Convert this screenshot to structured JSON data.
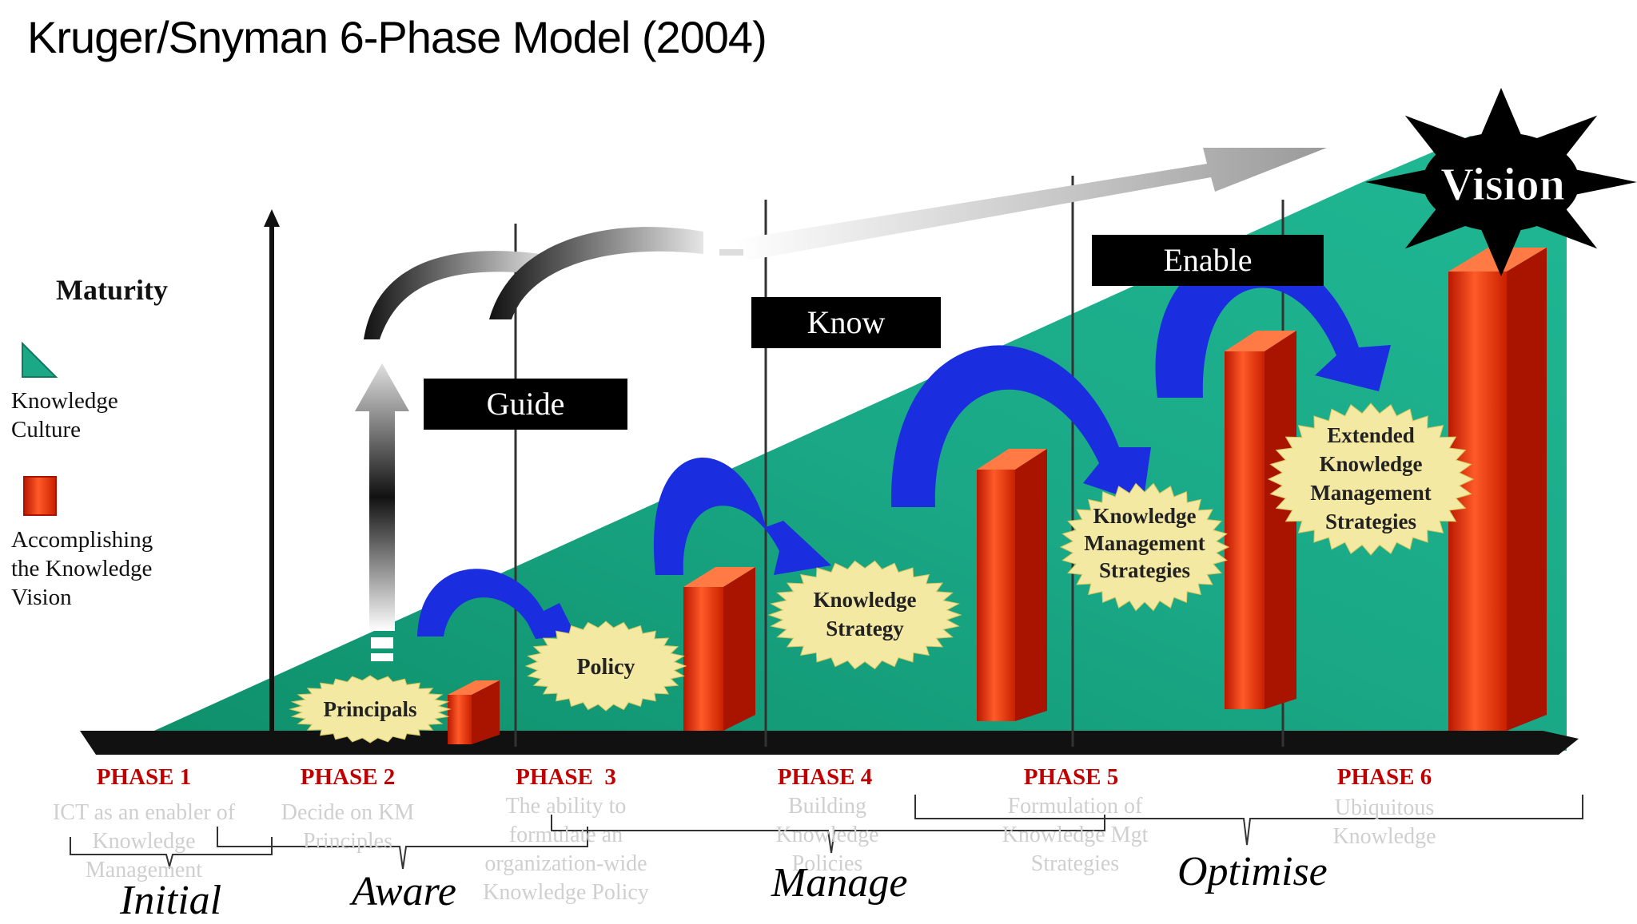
{
  "title": "Kruger/Snyman 6-Phase Model (2004)",
  "legend": {
    "heading": "Maturity",
    "items": [
      {
        "label": "Knowledge Culture",
        "icon": "teal-triangle-icon"
      },
      {
        "label": "Accomplishing the Knowledge Vision",
        "icon": "red-bar-icon"
      }
    ]
  },
  "labels": {
    "guide": "Guide",
    "know": "Know",
    "enable": "Enable",
    "vision": "Vision"
  },
  "bursts": {
    "principals": "Principals",
    "policy": "Policy",
    "knowledge_strategy": [
      "Knowledge",
      "Strategy"
    ],
    "km_strategies": [
      "Knowledge",
      "Management",
      "Strategies"
    ],
    "extended": [
      "Extended",
      "Knowledge",
      "Management",
      "Strategies"
    ]
  },
  "phases": [
    {
      "name": "PHASE 1",
      "description": "ICT as an enabler of Knowledge Management"
    },
    {
      "name": "PHASE 2",
      "description": "Decide on KM Principles"
    },
    {
      "name": "PHASE  3",
      "description": "The ability to formulate an organization-wide Knowledge Policy"
    },
    {
      "name": "PHASE 4",
      "description": "Building Knowledge Policies"
    },
    {
      "name": "PHASE 5",
      "description": "Formulation of Knowledge Mgt Strategies"
    },
    {
      "name": "PHASE 6",
      "description": "Ubiquitous Knowledge"
    }
  ],
  "stages": [
    "Initial",
    "Aware",
    "Manage",
    "Optimise"
  ],
  "colors": {
    "teal": "#1aa886",
    "bar_red": "#e83a10",
    "arrow_blue": "#1a2ee0",
    "burst_yellow": "#f3e9a2",
    "phase_red": "#c00000"
  }
}
